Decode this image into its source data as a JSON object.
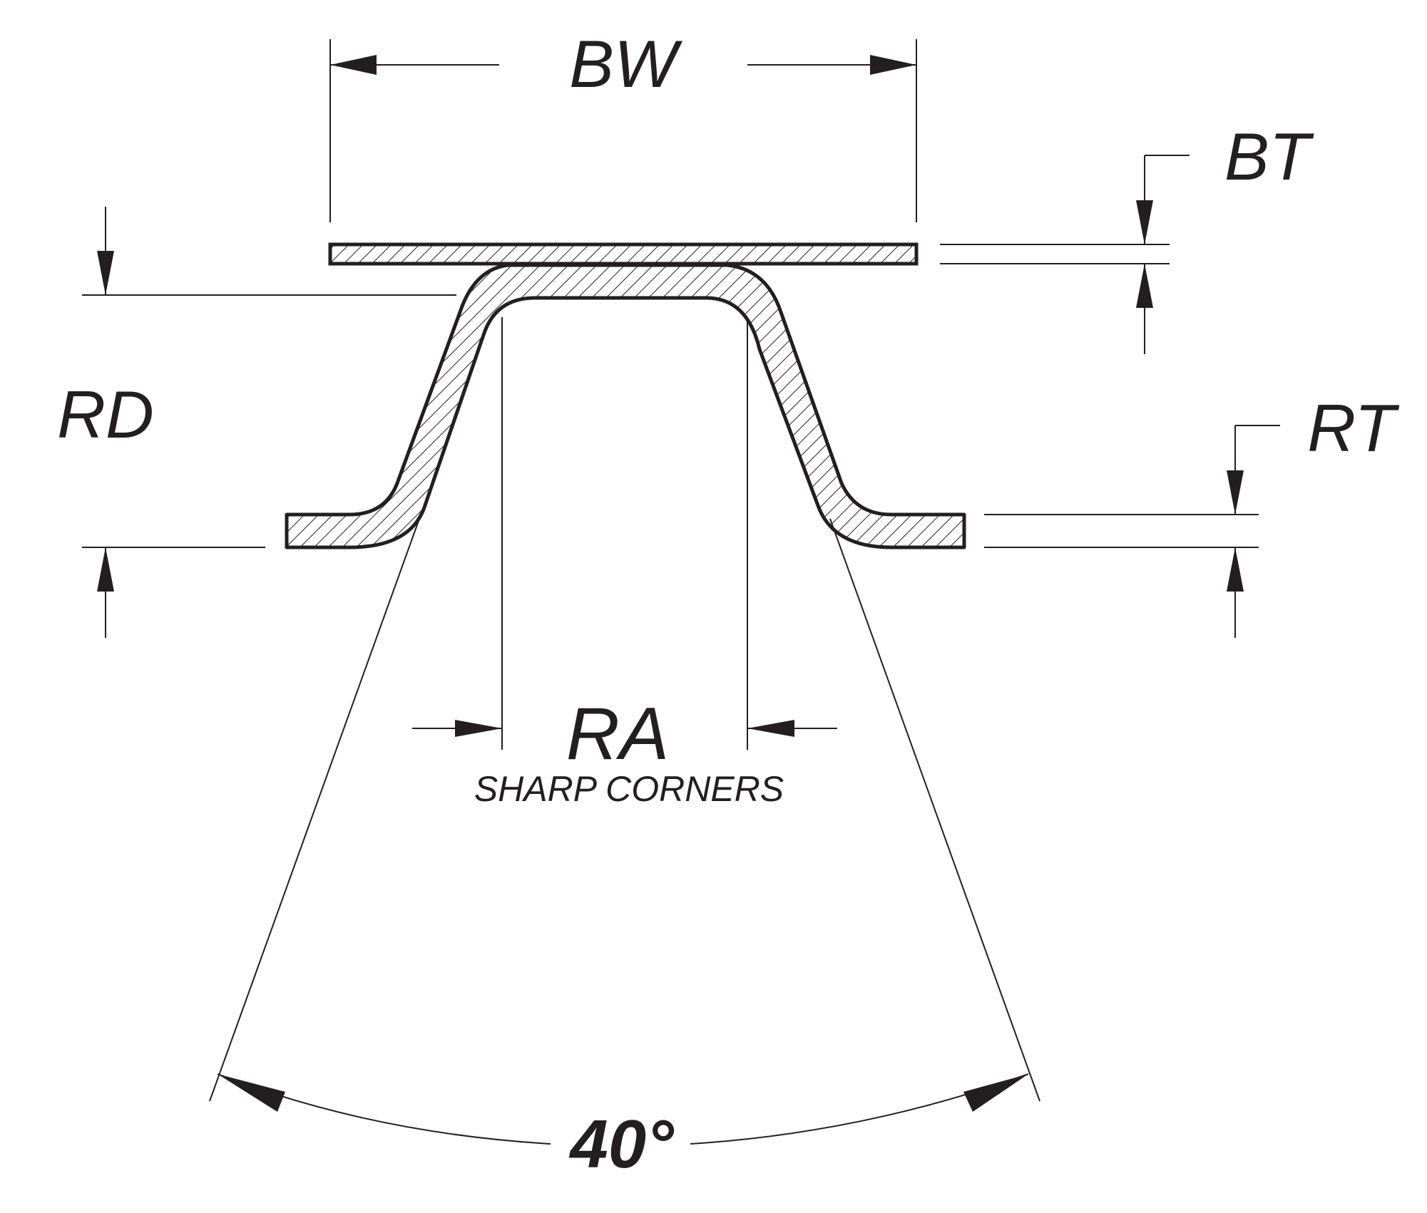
{
  "diagram": {
    "labels": {
      "bw": "BW",
      "bt": "BT",
      "rd": "RD",
      "rt": "RT",
      "ra": "RA",
      "ra_note": "SHARP CORNERS",
      "angle": "40°"
    },
    "colors": {
      "ink": "#231f20",
      "background": "#ffffff"
    }
  }
}
